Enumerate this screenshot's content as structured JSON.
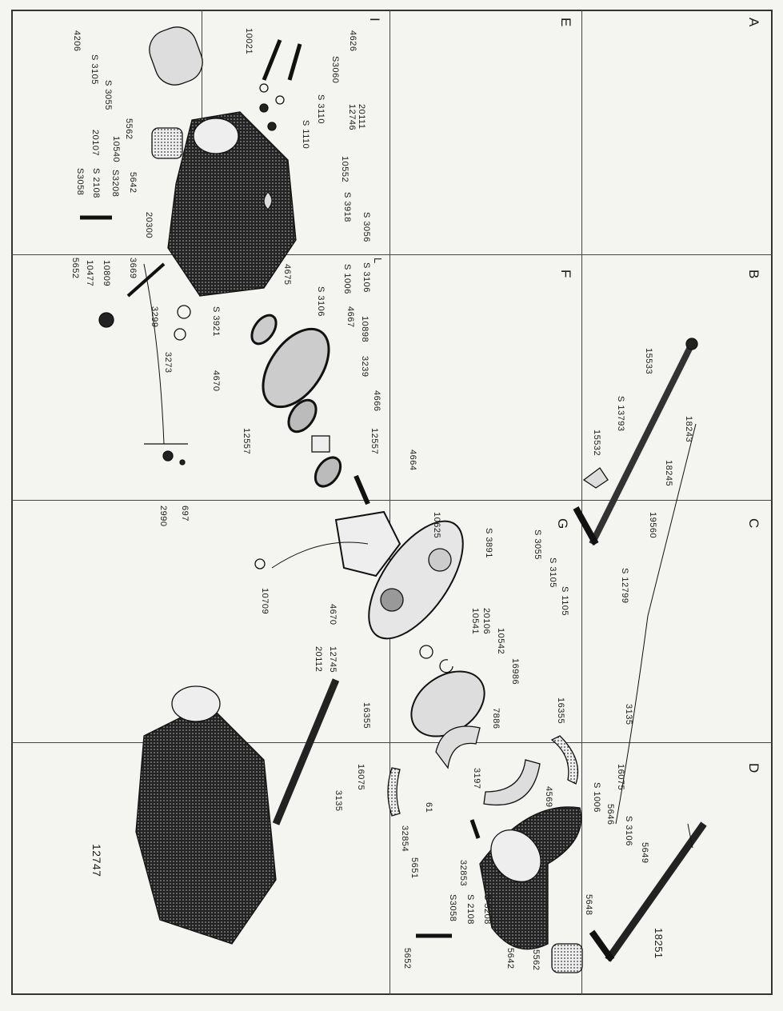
{
  "grid_letters": [
    "A",
    "B",
    "C",
    "D",
    "E",
    "F",
    "I",
    "G",
    "L"
  ],
  "labels": [
    "4206",
    "S 3105",
    "S 3055",
    "5562",
    "10540",
    "20107",
    "5642",
    "S3208",
    "S 2108",
    "S3058",
    "5652",
    "10477",
    "10809",
    "3669",
    "20300",
    "10021",
    "4626",
    "S3060",
    "S 3110",
    "S 1110",
    "20111",
    "12746",
    "10552",
    "S 3918",
    "S 3056",
    "S 3106",
    "S 1006",
    "S 3106",
    "4675",
    "4667",
    "3299",
    "S 3921",
    "3273",
    "4670",
    "10898",
    "3239",
    "4666",
    "12557",
    "12557",
    "4664",
    "2990",
    "697",
    "10625",
    "10709",
    "4670",
    "12745",
    "20112",
    "S 3891",
    "S 3055",
    "S 3105",
    "S 1105",
    "20106",
    "10541",
    "10542",
    "16986",
    "7886",
    "16355",
    "16355",
    "3135",
    "16075",
    "16075",
    "3135",
    "3197",
    "61",
    "4569",
    "S 1006",
    "5646",
    "S 3106",
    "5649",
    "5648",
    "32854",
    "5651",
    "32853",
    "S 3208",
    "S 2108",
    "S3058",
    "5652",
    "5642",
    "5562",
    "18251",
    "12747",
    "15533",
    "S 13793",
    "15532",
    "18243",
    "18245",
    "19560",
    "S 12799"
  ],
  "colors": {
    "paper": "#f4f4f1",
    "ink": "#1a1a1a"
  }
}
